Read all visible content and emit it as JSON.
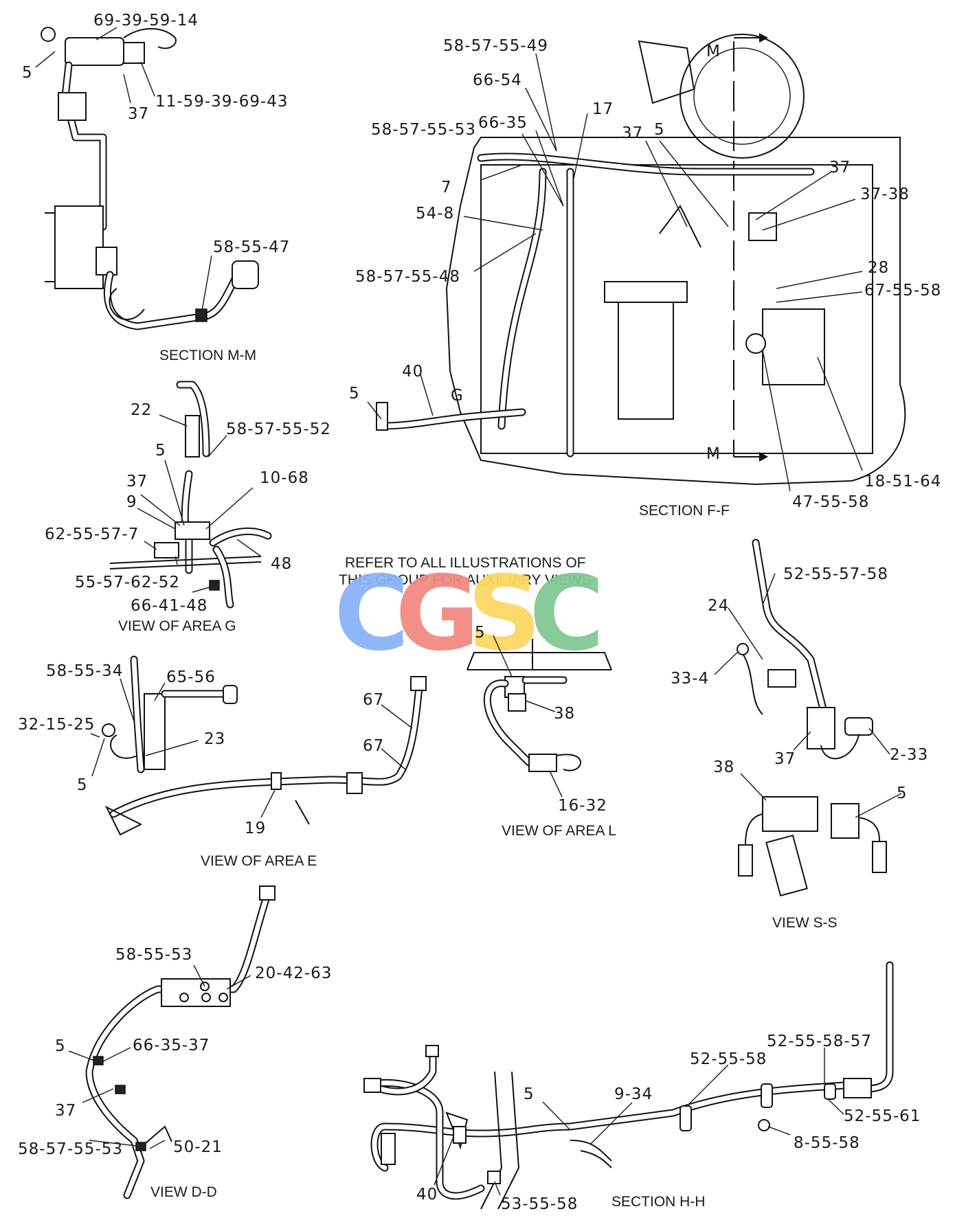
{
  "notice": [
    "REFER TO ALL ILLUSTRATIONS OF",
    "THIS GROUP FOR AUXILIARY VIEWS"
  ],
  "watermark": {
    "letters": [
      "C",
      "G",
      "S",
      "C"
    ],
    "colors": [
      "#8ab4f8",
      "#f28b82",
      "#fdd663",
      "#81c995"
    ]
  },
  "captions": {
    "section_mm": "SECTION M-M",
    "section_ff": "SECTION F-F",
    "view_area_g": "VIEW OF AREA G",
    "view_area_e": "VIEW OF AREA E",
    "view_area_l": "VIEW OF AREA L",
    "view_ss": "VIEW S-S",
    "view_dd": "VIEW D-D",
    "section_hh": "SECTION H-H"
  },
  "markers": {
    "section_m": "M",
    "area_g": "G"
  },
  "callouts": {
    "mm": [
      "69-39-59-14",
      "5",
      "11-59-39-69-43",
      "37",
      "58-55-47"
    ],
    "ff": [
      "58-57-55-49",
      "66-54",
      "17",
      "58-57-55-53",
      "66-35",
      "37",
      "5",
      "37",
      "7",
      "37-38",
      "54-8",
      "58-57-55-48",
      "28",
      "67-55-58",
      "40",
      "5",
      "18-51-64",
      "47-55-58"
    ],
    "g": [
      "22",
      "58-57-55-52",
      "5",
      "37",
      "10-68",
      "9",
      "62-55-57-7",
      "48",
      "55-57-62-52",
      "66-41-48"
    ],
    "ss": [
      "52-55-57-58",
      "24",
      "33-4",
      "37",
      "2-33",
      "38",
      "5"
    ],
    "l": [
      "5",
      "38",
      "16-32"
    ],
    "e": [
      "58-55-34",
      "65-56",
      "67",
      "32-15-25",
      "23",
      "67",
      "5",
      "19"
    ],
    "dd": [
      "58-55-53",
      "20-42-63",
      "5",
      "66-35-37",
      "37",
      "58-57-55-53",
      "50-21"
    ],
    "hh": [
      "52-55-58-57",
      "52-55-58",
      "5",
      "9-34",
      "52-55-61",
      "8-55-58",
      "40",
      "53-55-58"
    ]
  }
}
